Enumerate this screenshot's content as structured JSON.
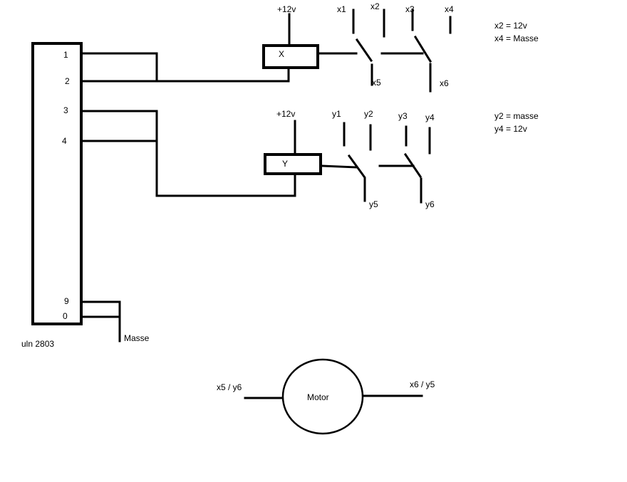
{
  "chip": {
    "name": "uln 2803",
    "pins": [
      "1",
      "2",
      "3",
      "4",
      "9",
      "0"
    ],
    "ground_label": "Masse"
  },
  "relay_x": {
    "coil_label": "X",
    "supply_label": "+12v",
    "contacts": [
      "x1",
      "x2",
      "x3",
      "x4",
      "x5",
      "x6"
    ],
    "notes": [
      "x2 = 12v",
      "x4 = Masse"
    ]
  },
  "relay_y": {
    "coil_label": "Y",
    "supply_label": "+12v",
    "contacts": [
      "y1",
      "y2",
      "y3",
      "y4",
      "y5",
      "y6"
    ],
    "notes": [
      "y2 = masse",
      "y4 = 12v"
    ]
  },
  "motor": {
    "label": "Motor",
    "left_terminal": "x5 / y6",
    "right_terminal": "x6 / y5"
  }
}
